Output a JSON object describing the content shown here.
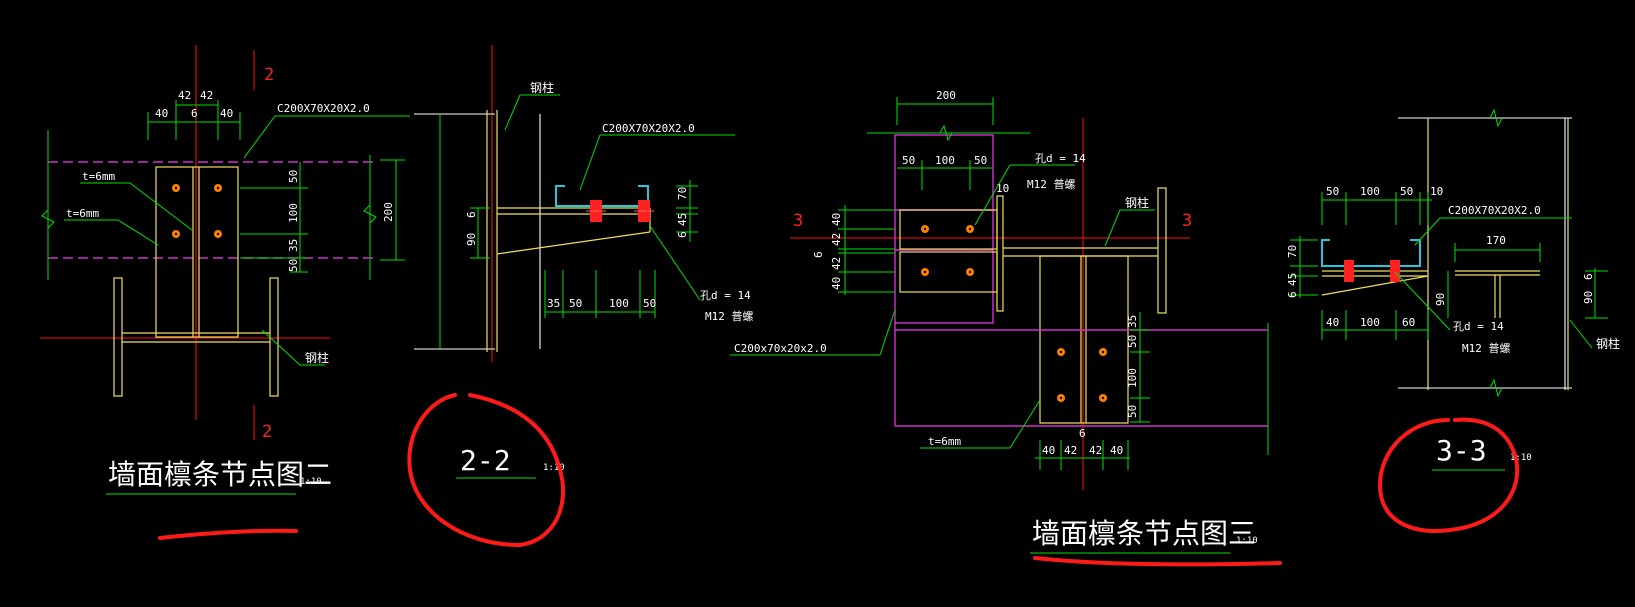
{
  "detail_two": {
    "title": "墙面檩条节点图二",
    "scale": "1:10",
    "section_mark": "2",
    "dims_top_a": [
      "42",
      "42"
    ],
    "dims_top_b": [
      "40",
      "6",
      "40"
    ],
    "profile": "C200X70X20X2.0",
    "plate_a": "t=6mm",
    "plate_b": "t=6mm",
    "dims_right": [
      "50",
      "100",
      "35",
      "50"
    ],
    "dim_total": "200",
    "column": "钢柱"
  },
  "section_two": {
    "label": "2-2",
    "scale": "1:10",
    "column": "钢柱",
    "profile": "C200X70X20X2.0",
    "dims_left": [
      "90",
      "6"
    ],
    "dims_right": [
      "70",
      "45",
      "6"
    ],
    "dims_bottom": [
      "35",
      "50",
      "100",
      "50"
    ],
    "hole": "孔d = 14",
    "bolt": "M12  普螺"
  },
  "detail_three": {
    "title": "墙面檩条节点图三",
    "scale": "1:10",
    "section_mark": "3",
    "dim_top": "200",
    "dims_top2": [
      "50",
      "100",
      "50"
    ],
    "hole": "孔d = 14",
    "bolt": "M12  普螺",
    "dim_10": "10",
    "column": "钢柱",
    "dims_left": [
      "40",
      "42",
      "6",
      "42",
      "40"
    ],
    "profile": "C200x70x20x2.0",
    "dims_right": [
      "35",
      "50",
      "100",
      "50"
    ],
    "dims_bottom": [
      "40",
      "42",
      "42",
      "40"
    ],
    "dim_6": "6",
    "plate": "t=6mm"
  },
  "section_three": {
    "label": "3-3",
    "scale": "1:10",
    "dims_top": [
      "50",
      "100",
      "50",
      "10"
    ],
    "profile": "C200X70X20X2.0",
    "dim_170": "170",
    "dims_left": [
      "70",
      "45",
      "6"
    ],
    "dims_bottom": [
      "40",
      "100",
      "60"
    ],
    "dim_90a": "90",
    "dim_90b": "90",
    "dim_6": "6",
    "hole": "孔d = 14",
    "bolt": "M12  普螺",
    "column": "钢柱"
  },
  "colors": {
    "background": "#000000",
    "dimension": "#00e000",
    "steel": "#f0e060",
    "purlin": "#d030d0",
    "axis": "#ff1010",
    "channel": "#20c8e0",
    "markup": "#ff1a1a"
  }
}
